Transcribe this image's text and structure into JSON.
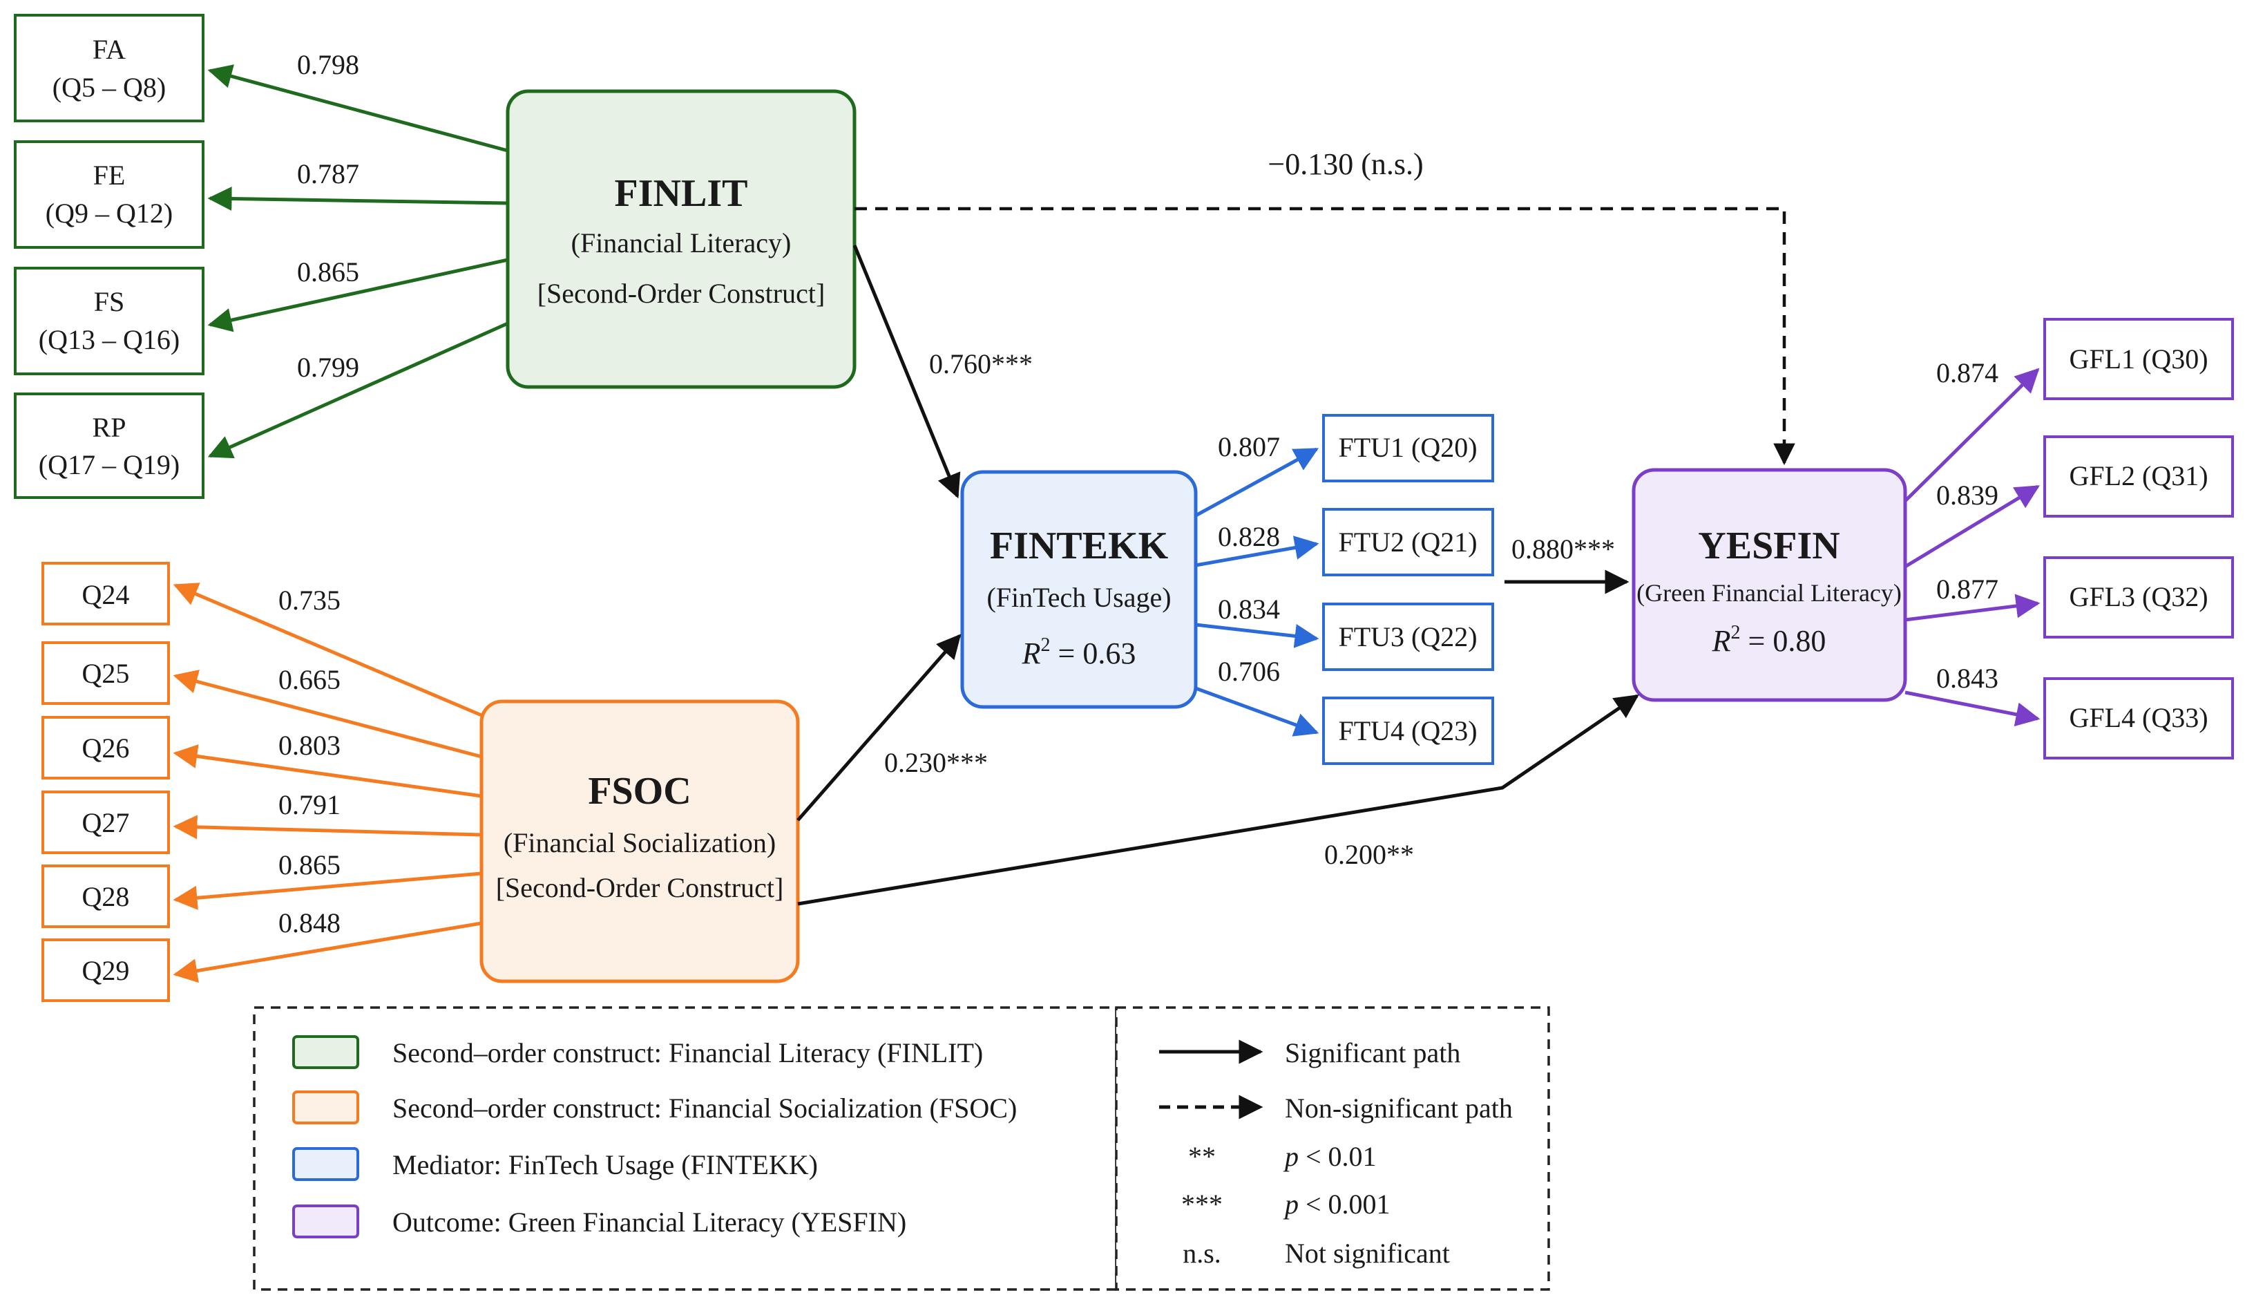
{
  "colors": {
    "finlit": "#1e6b1e",
    "finlit_fill": "#e8f1e6",
    "fsoc": "#f47b20",
    "fsoc_fill": "#fdf0e4",
    "fintekk": "#2a6bd9",
    "fintekk_fill": "#e8f0fc",
    "yesfin": "#7a3ec9",
    "yesfin_fill": "#f1eafb",
    "path": "#111111"
  },
  "constructs": {
    "finlit": {
      "name": "FINLIT",
      "sub": "(Financial Literacy)",
      "note": "[Second-Order Construct]"
    },
    "fsoc": {
      "name": "FSOC",
      "sub": "(Financial Socialization)",
      "note": "[Second-Order Construct]"
    },
    "fintekk": {
      "name": "FINTEKK",
      "sub": "(FinTech Usage)",
      "r2_label": "R",
      "r2_sup": "2",
      "r2_value": " = 0.63"
    },
    "yesfin": {
      "name": "YESFIN",
      "sub": "(Green Financial Literacy)",
      "r2_label": "R",
      "r2_sup": "2",
      "r2_value": " = 0.80"
    }
  },
  "finlit_indicators": [
    {
      "line1": "FA",
      "line2": "(Q5 – Q8)",
      "loading": "0.798"
    },
    {
      "line1": "FE",
      "line2": "(Q9 – Q12)",
      "loading": "0.787"
    },
    {
      "line1": "FS",
      "line2": "(Q13 – Q16)",
      "loading": "0.865"
    },
    {
      "line1": "RP",
      "line2": "(Q17 – Q19)",
      "loading": "0.799"
    }
  ],
  "fsoc_indicators": [
    {
      "label": "Q24",
      "loading": "0.735"
    },
    {
      "label": "Q25",
      "loading": "0.665"
    },
    {
      "label": "Q26",
      "loading": "0.803"
    },
    {
      "label": "Q27",
      "loading": "0.791"
    },
    {
      "label": "Q28",
      "loading": "0.865"
    },
    {
      "label": "Q29",
      "loading": "0.848"
    }
  ],
  "fintekk_indicators": [
    {
      "label": "FTU1 (Q20)",
      "loading": "0.807"
    },
    {
      "label": "FTU2 (Q21)",
      "loading": "0.828"
    },
    {
      "label": "FTU3 (Q22)",
      "loading": "0.834"
    },
    {
      "label": "FTU4 (Q23)",
      "loading": "0.706"
    }
  ],
  "yesfin_indicators": [
    {
      "label": "GFL1 (Q30)",
      "loading": "0.874"
    },
    {
      "label": "GFL2 (Q31)",
      "loading": "0.839"
    },
    {
      "label": "GFL3 (Q32)",
      "loading": "0.877"
    },
    {
      "label": "GFL4 (Q33)",
      "loading": "0.843"
    }
  ],
  "paths": {
    "finlit_fintekk": "0.760***",
    "fsoc_fintekk": "0.230***",
    "fintekk_yesfin": "0.880***",
    "fsoc_yesfin": "0.200**",
    "finlit_yesfin": "−0.130 (n.s.)"
  },
  "legend": {
    "constructs": [
      {
        "key": "finlit",
        "text": "Second–order construct: Financial Literacy (FINLIT)"
      },
      {
        "key": "fsoc",
        "text": "Second–order construct: Financial Socialization (FSOC)"
      },
      {
        "key": "fintekk",
        "text": "Mediator: FinTech Usage (FINTEKK)"
      },
      {
        "key": "yesfin",
        "text": "Outcome: Green Financial Literacy (YESFIN)"
      }
    ],
    "significant": "Significant path",
    "nonsignificant": "Non-significant path",
    "notes": [
      {
        "symbol": "**",
        "text": "p < 0.01",
        "italic_p": true
      },
      {
        "symbol": "***",
        "text": "p < 0.001",
        "italic_p": true
      },
      {
        "symbol": "n.s.",
        "text": "Not significant",
        "italic_p": false
      }
    ]
  }
}
